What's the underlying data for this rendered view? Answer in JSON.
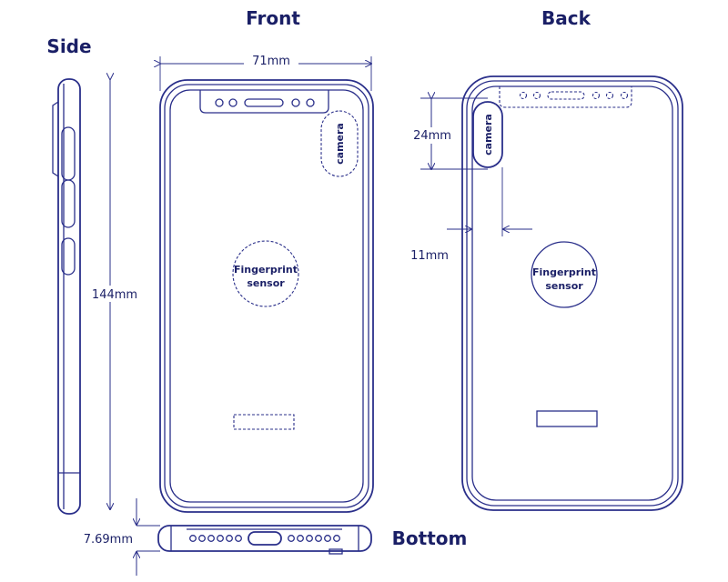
{
  "views": {
    "front": "Front",
    "back": "Back",
    "side": "Side",
    "bottom": "Bottom"
  },
  "dimensions": {
    "width": "71mm",
    "height": "144mm",
    "camera_height": "24mm",
    "camera_offset": "11mm",
    "thickness": "7.69mm"
  },
  "labels": {
    "camera": "camera",
    "fingerprint_line1": "Fingerprint",
    "fingerprint_line2": "sensor"
  },
  "colors": {
    "line": "#2a2f8a",
    "text": "#1a1f66"
  }
}
